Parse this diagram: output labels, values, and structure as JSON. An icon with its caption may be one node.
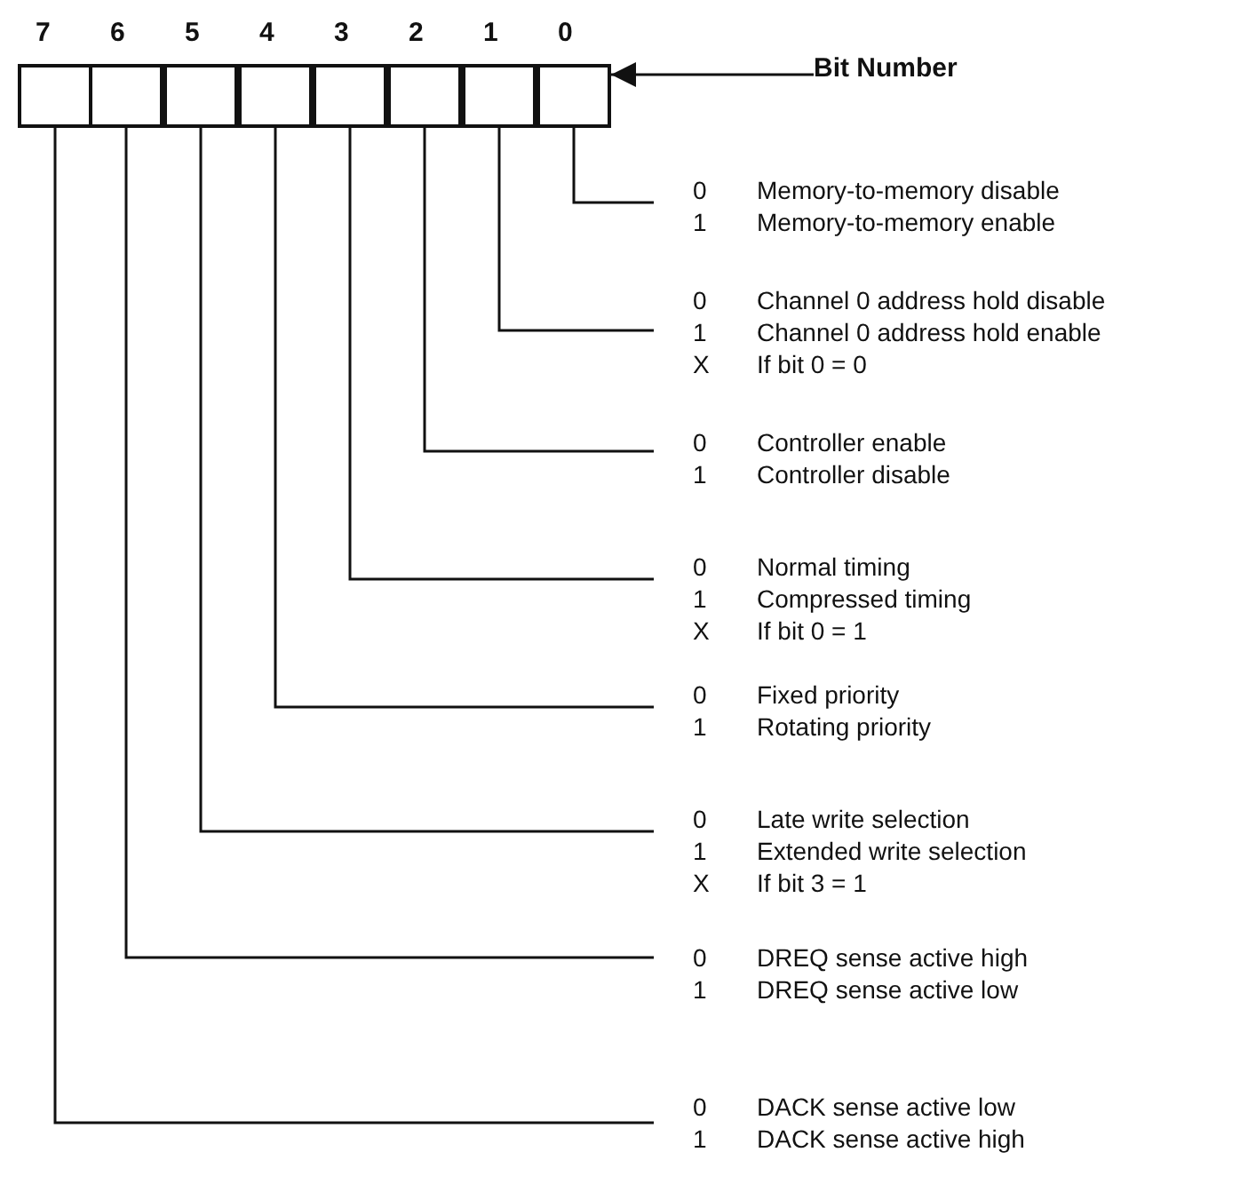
{
  "diagram": {
    "nodes": [
      {
        "text": [],
        "shape": "box"
      },
      {
        "text": [],
        "shape": "box"
      },
      {
        "text": [],
        "shape": "box"
      },
      {
        "text": [],
        "shape": "box"
      },
      {
        "text": [],
        "shape": "box"
      },
      {
        "text": [],
        "shape": "box"
      },
      {
        "text": [],
        "shape": "box"
      },
      {
        "text": [],
        "shape": "box"
      },
      {
        "text": [
          "0",
          "Memory-to-memory disable",
          "1",
          "Memory-to-memory enable"
        ]
      },
      {
        "text": [
          "0",
          "Channel 0 address hold disable",
          "1",
          "Channel 0 address hold enable",
          "X",
          "If bit 0 = 0"
        ]
      },
      {
        "text": [
          "0",
          "Controller enable",
          "1",
          "Controller disable"
        ]
      },
      {
        "text": [
          "0",
          "Normal timing",
          "1",
          "Compressed timing",
          "X",
          "If bit 0 = 1"
        ]
      },
      {
        "text": [
          "0",
          "Fixed priority",
          "1",
          "Rotating priority"
        ]
      },
      {
        "text": [
          "0",
          "Late write selection",
          "1",
          "Extended write selection",
          "X",
          "If bit 3 = 1"
        ]
      },
      {
        "text": [
          "0",
          "DREQ sense active high",
          "1",
          "DREQ sense active low"
        ]
      },
      {
        "text": [
          "0",
          "DACK sense active low",
          "1",
          "DACK sense active high"
        ]
      },
      {
        "text": [
          "Bit Number"
        ]
      }
    ],
    "edges": [
      {
        "from": 7,
        "to": 8,
        "arrow": "none"
      },
      {
        "from": 6,
        "to": 9,
        "arrow": "none"
      },
      {
        "from": 5,
        "to": 10,
        "arrow": "none"
      },
      {
        "from": 4,
        "to": 11,
        "arrow": "none"
      },
      {
        "from": 3,
        "to": 12,
        "arrow": "none"
      },
      {
        "from": 2,
        "to": 13,
        "arrow": "none"
      },
      {
        "from": 1,
        "to": 14,
        "arrow": "none"
      },
      {
        "from": 0,
        "to": 15,
        "arrow": "none"
      },
      {
        "from": 16,
        "to": 7,
        "arrow": "to"
      }
    ],
    "labels": [
      "7",
      "6",
      "5",
      "4",
      "3",
      "2",
      "1",
      "0"
    ]
  }
}
